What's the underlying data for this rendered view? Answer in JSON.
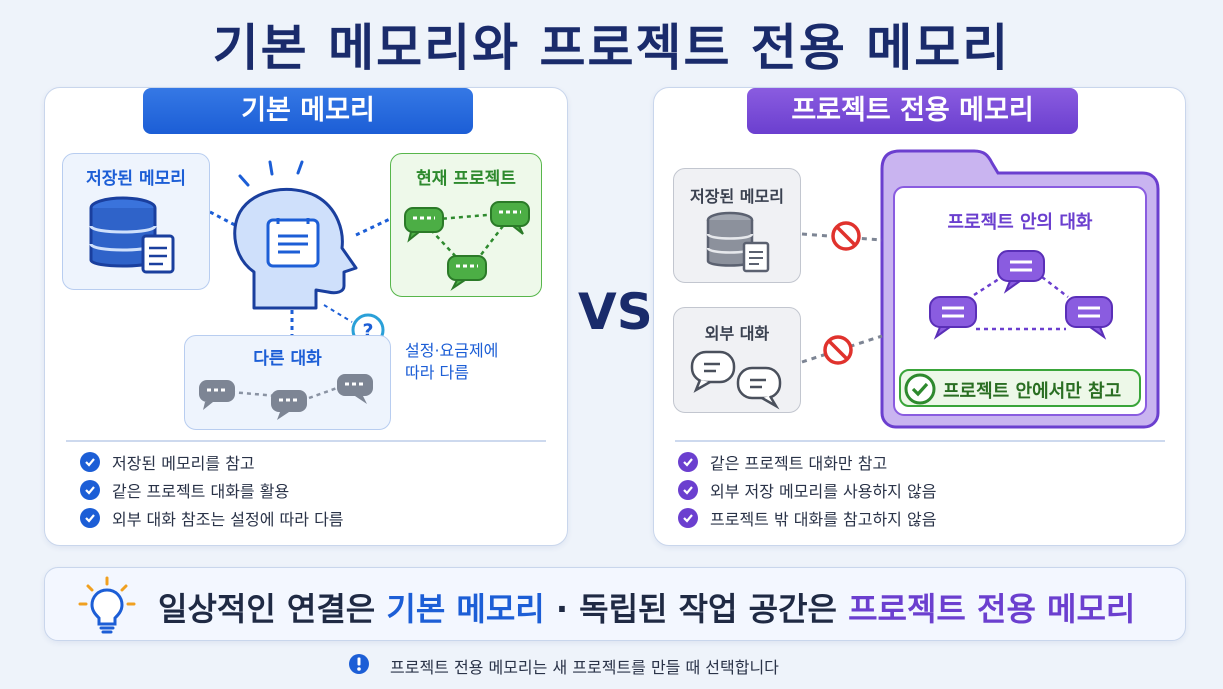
{
  "title": "기본 메모리와 프로젝트 전용 메모리",
  "vs_label": "VS",
  "left_panel": {
    "header": "기본 메모리",
    "saved_memory_label": "저장된 메모리",
    "current_project_label": "현재 프로젝트",
    "other_chats_label": "다른 대화",
    "note": [
      "설정·요금제에",
      "따라 다름"
    ],
    "checks": [
      "저장된 메모리를 참고",
      "같은 프로젝트 대화를 활용",
      "외부 대화 참조는 설정에 따라 다름"
    ]
  },
  "right_panel": {
    "header": "프로젝트 전용 메모리",
    "saved_memory_label": "저장된 메모리",
    "external_chats_label": "외부 대화",
    "project_chats_label": "프로젝트 안의 대화",
    "project_only_badge": "프로젝트 안에서만 참고",
    "checks": [
      "같은 프로젝트 대화만 참고",
      "외부 저장 메모리를 사용하지 않음",
      "프로젝트 밖 대화를 참고하지 않음"
    ]
  },
  "banner": {
    "part1": "일상적인 연결은 ",
    "part2": "기본 메모리",
    "part3": " · 독립된 작업 공간은 ",
    "part4": "프로젝트 전용 메모리"
  },
  "footnote": "프로젝트 전용 메모리는 새 프로젝트를 만들 때 선택합니다",
  "colors": {
    "blue": "#1c5ed6",
    "purple": "#6b3fcf",
    "green": "#3aa53a",
    "red": "#e0322d",
    "navy": "#1a2b6b"
  }
}
